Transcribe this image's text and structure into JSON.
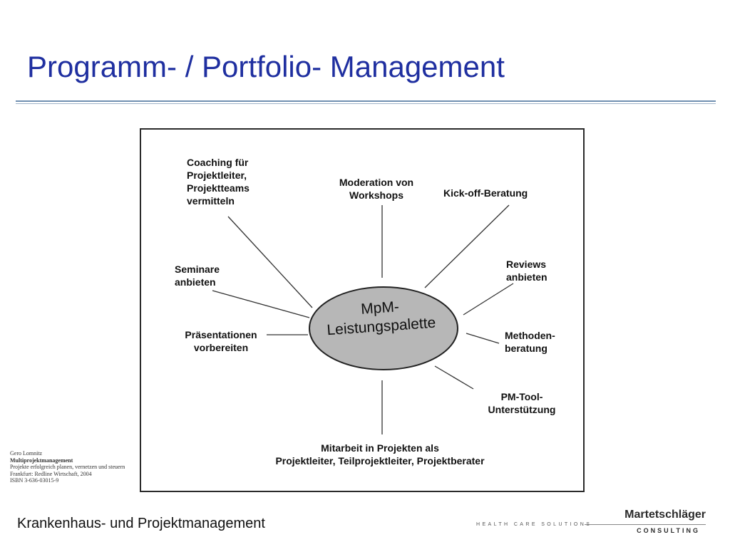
{
  "slide": {
    "title": "Programm- / Portfolio- Management"
  },
  "diagram": {
    "center": {
      "lines": [
        "MpM-",
        "Leistungspalette"
      ]
    },
    "nodes": [
      {
        "id": "coaching",
        "lines": [
          "Coaching für",
          "Projektleiter,",
          "Projektteams",
          "vermitteln"
        ]
      },
      {
        "id": "moderation",
        "lines": [
          "Moderation von",
          "Workshops"
        ]
      },
      {
        "id": "kickoff",
        "lines": [
          "Kick-off-Beratung"
        ]
      },
      {
        "id": "seminare",
        "lines": [
          "Seminare",
          "anbieten"
        ]
      },
      {
        "id": "reviews",
        "lines": [
          "Reviews",
          "anbieten"
        ]
      },
      {
        "id": "praesentationen",
        "lines": [
          "Präsentationen",
          "vorbereiten"
        ]
      },
      {
        "id": "methoden",
        "lines": [
          "Methoden-",
          "beratung"
        ]
      },
      {
        "id": "pmtool",
        "lines": [
          "PM-Tool-",
          "Unterstützung"
        ]
      },
      {
        "id": "mitarbeit",
        "lines": [
          "Mitarbeit in Projekten als",
          "Projektleiter, Teilprojektleiter, Projektberater"
        ]
      }
    ]
  },
  "citation": {
    "lines": [
      "Gero Lomnitz",
      "Multiprojektmanagement",
      "Projekte erfolgreich planen, vernetzen und steuern",
      "Frankfurt: Redline Wirtschaft, 2004",
      "ISBN 3-636-03015-9"
    ]
  },
  "footer": {
    "left_text": "Krankenhaus- und Projektmanagement",
    "tagline": "HEALTH CARE SOLUTIONS",
    "logo_name": "Martetschläger",
    "logo_sub": "CONSULTING"
  },
  "colors": {
    "title": "#1f2fa0",
    "ellipse_fill": "#b7b7b7",
    "ellipse_stroke": "#222222",
    "spoke": "#333333"
  }
}
